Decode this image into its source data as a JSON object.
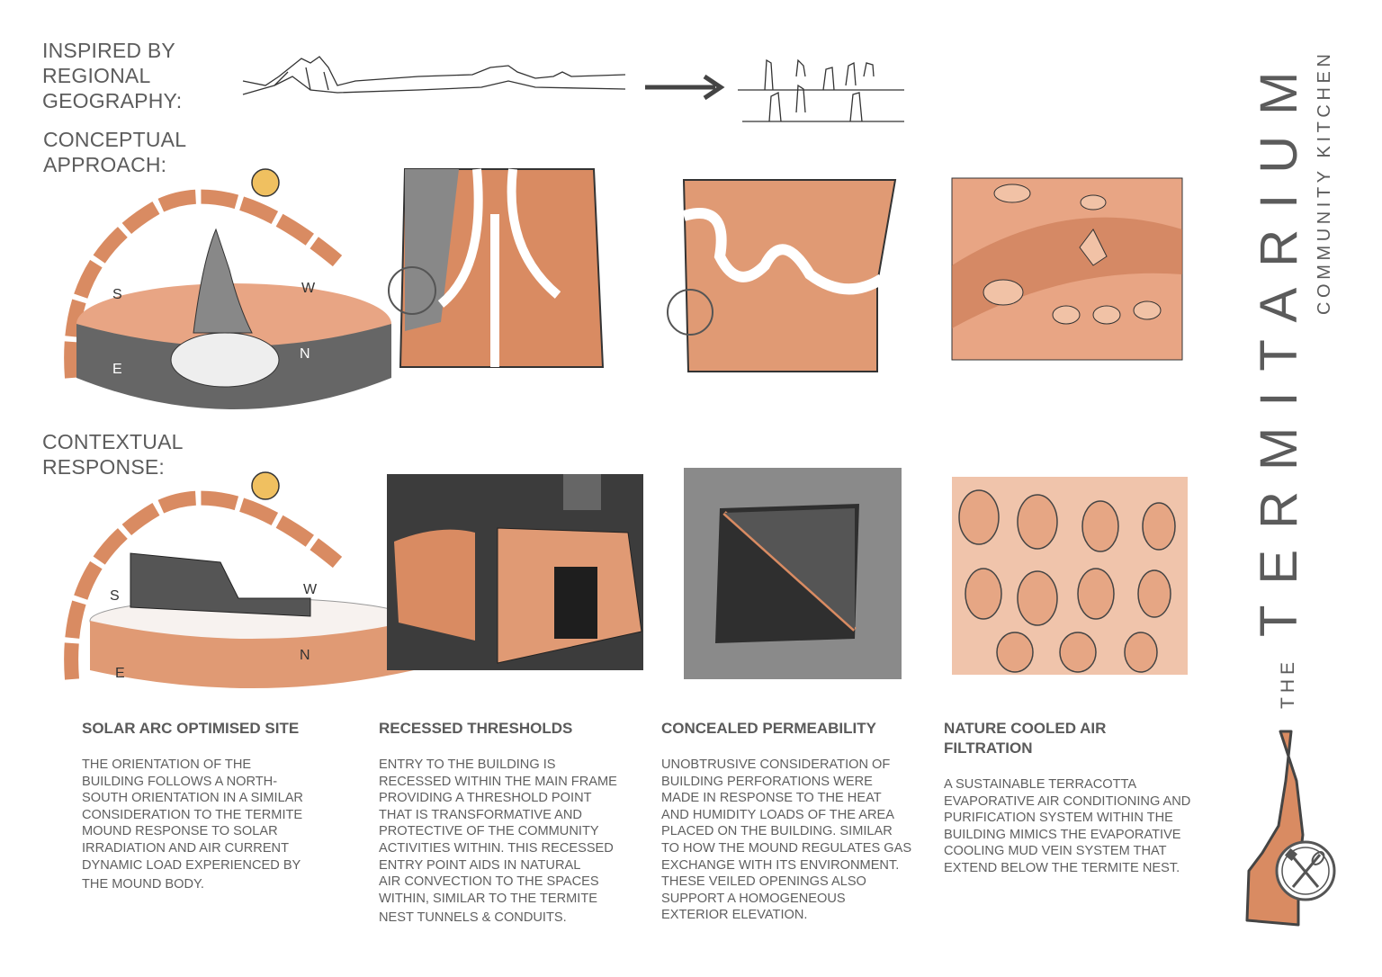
{
  "labels": {
    "inspired": [
      "INSPIRED BY",
      "REGIONAL",
      "GEOGRAPHY:"
    ],
    "conceptual": [
      "CONCEPTUAL",
      "APPROACH:"
    ],
    "contextual": [
      "CONTEXTUAL",
      "RESPONSE:"
    ]
  },
  "compass": {
    "s": "S",
    "w": "W",
    "e": "E",
    "n": "N"
  },
  "colors": {
    "terracotta": "#d98b62",
    "light_terracotta": "#e8a584",
    "grey": "#6b6b6b",
    "dark": "#333333",
    "text": "#5a5a5a"
  },
  "concepts": [
    {
      "title": [
        "SOLAR ARC OPTIMISED SITE"
      ],
      "body": [
        "THE ORIENTATION OF THE",
        "BUILDING FOLLOWS A NORTH-",
        "SOUTH ORIENTATION IN A SIMILAR",
        "CONSIDERATION TO THE TERMITE",
        "MOUND RESPONSE TO SOLAR",
        "IRRADIATION AND AIR CURRENT",
        "DYNAMIC LOAD EXPERIENCED BY",
        "THE MOUND BODY."
      ]
    },
    {
      "title": [
        "RECESSED THRESHOLDS"
      ],
      "body": [
        "ENTRY TO THE BUILDING IS",
        "RECESSED WITHIN THE MAIN FRAME",
        "PROVIDING A THRESHOLD POINT",
        "THAT IS TRANSFORMATIVE AND",
        "PROTECTIVE OF THE COMMUNITY",
        "ACTIVITIES WITHIN. THIS RECESSED",
        "ENTRY POINT AIDS IN NATURAL",
        "AIR CONVECTION TO THE SPACES",
        "WITHIN, SIMILAR TO THE TERMITE",
        "NEST TUNNELS & CONDUITS."
      ]
    },
    {
      "title": [
        "CONCEALED PERMEABILITY"
      ],
      "body": [
        "UNOBTRUSIVE CONSIDERATION OF",
        "BUILDING PERFORATIONS WERE",
        "MADE IN RESPONSE TO THE HEAT",
        "AND HUMIDITY LOADS OF THE AREA",
        "PLACED ON THE BUILDING. SIMILAR",
        "TO HOW THE MOUND REGULATES GAS",
        "EXCHANGE WITH ITS ENVIRONMENT.",
        "THESE VEILED OPENINGS ALSO",
        "SUPPORT A HOMOGENEOUS",
        "EXTERIOR ELEVATION."
      ]
    },
    {
      "title": [
        "NATURE COOLED AIR",
        "FILTRATION"
      ],
      "body": [
        "A SUSTAINABLE TERRACOTTA",
        "EVAPORATIVE AIR CONDITIONING AND",
        "PURIFICATION SYSTEM WITHIN THE",
        "BUILDING MIMICS THE EVAPORATIVE",
        "COOLING MUD VEIN SYSTEM THAT",
        "EXTEND BELOW THE TERMITE NEST."
      ]
    }
  ],
  "brand": {
    "the": "THE",
    "name": "TERMITARIUM",
    "subtitle": "COMMUNITY KITCHEN",
    "logo_icon": "spatula-whisk-icon"
  }
}
